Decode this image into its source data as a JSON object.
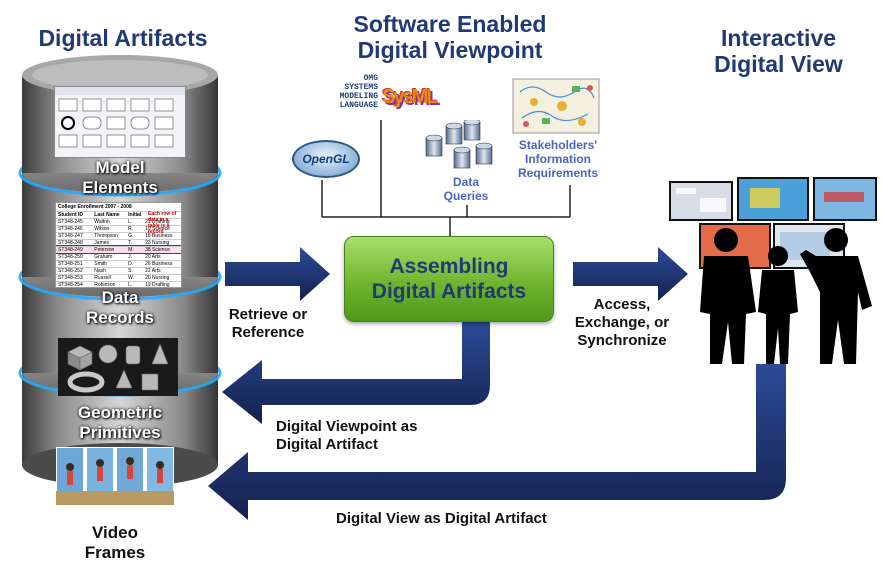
{
  "headings": {
    "left": "Digital Artifacts",
    "center_line1": "Software Enabled",
    "center_line2": "Digital Viewpoint",
    "right_line1": "Interactive",
    "right_line2": "Digital View"
  },
  "stack_labels": {
    "model_1": "Model",
    "model_2": "Elements",
    "data_1": "Data",
    "data_2": "Records",
    "geo_1": "Geometric",
    "geo_2": "Primitives",
    "video_1": "Video",
    "video_2": "Frames"
  },
  "center_box": {
    "line1": "Assembling",
    "line2": "Digital Artifacts"
  },
  "inputs": {
    "opengl": "OpenGL",
    "sysml_1": "OMG",
    "sysml_2": "SYSTEMS",
    "sysml_3": "MODELING",
    "sysml_4": "LANGUAGE",
    "sysml_logo": "SysML",
    "queries_1": "Data",
    "queries_2": "Queries",
    "stake_1": "Stakeholders'",
    "stake_2": "Information",
    "stake_3": "Requirements"
  },
  "arrows": {
    "retrieve_1": "Retrieve or",
    "retrieve_2": "Reference",
    "access_1": "Access,",
    "access_2": "Exchange, or",
    "access_3": "Synchronize",
    "viewpoint_1": "Digital Viewpoint as",
    "viewpoint_2": "Digital Artifact",
    "view": "Digital View as Digital Artifact"
  },
  "table": {
    "title": "College Enrollment 2007 - 2008",
    "headers": [
      "Student ID",
      "Last Name",
      "Initial",
      ""
    ],
    "rows": [
      [
        "ST348-245",
        "Walton",
        "L.",
        "21 Drafting"
      ],
      [
        "ST348-246",
        "Wilson",
        "R.",
        "19 Science"
      ],
      [
        "ST348-247",
        "Thompson",
        "G.",
        "18 Business"
      ],
      [
        "ST348-248",
        "James",
        "T.",
        "23 Nursing"
      ],
      [
        "ST348-249",
        "Peterson",
        "M.",
        "38 Science"
      ],
      [
        "ST348-250",
        "Graham",
        "J.",
        "20 Arts"
      ],
      [
        "ST348-251",
        "Smith",
        "D.",
        "26 Business"
      ],
      [
        "ST348-252",
        "Nash",
        "S.",
        "22 Arts"
      ],
      [
        "ST348-253",
        "Russell",
        "W.",
        "20 Nursing"
      ],
      [
        "ST348-254",
        "Robinson",
        "L.",
        "19 Drafting"
      ]
    ],
    "note": "Each row of data in a table is a record"
  },
  "colors": {
    "heading": "#1f3a75",
    "arrow": "#1c2f66",
    "box": "#6fb52f",
    "glow": "#22a8ff"
  }
}
